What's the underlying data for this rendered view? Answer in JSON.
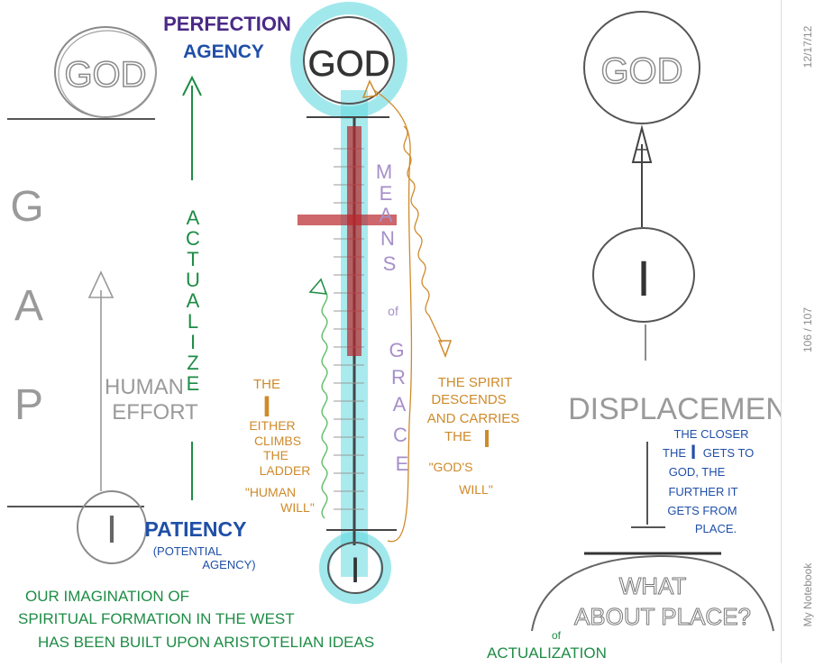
{
  "sidebar": {
    "date": "12/17/12",
    "page_counter": "106 / 107",
    "notebook_name": "My Notebook"
  },
  "sketch": {
    "left": {
      "god": "GOD",
      "gap_letters": [
        "G",
        "A",
        "P"
      ],
      "human_effort": [
        "HUMAN",
        "EFFORT"
      ],
      "i_label": "I",
      "perfection": "PERFECTION",
      "agency": "AGENCY",
      "actualize": [
        "A",
        "C",
        "T",
        "U",
        "A",
        "L",
        "I",
        "Z",
        "E"
      ],
      "patiency": "PATIENCY",
      "potential_agency": [
        "(POTENTIAL",
        "AGENCY)"
      ]
    },
    "center": {
      "god": "GOD",
      "i_label": "I",
      "means_of_grace": [
        "M",
        "E",
        "A",
        "N",
        "S",
        "of",
        "G",
        "R",
        "A",
        "C",
        "E"
      ],
      "climb_note": [
        "THE",
        "I",
        "EITHER",
        "CLIMBS",
        "THE",
        "LADDER",
        "\"HUMAN",
        "WILL\""
      ],
      "spirit_note": [
        "THE SPIRIT",
        "DESCENDS",
        "AND CARRIES",
        "THE",
        "I",
        "\"GOD'S",
        "WILL\""
      ]
    },
    "right": {
      "god": "GOD",
      "i_label": "I",
      "displacement": "DISPLACEMEN",
      "closer_note": [
        "THE CLOSER",
        "THE",
        "I",
        "GETS TO",
        "GOD, THE",
        "FURTHER IT",
        "GETS FROM",
        "PLACE."
      ],
      "what_about_place": [
        "WHAT",
        "ABOUT PLACE?"
      ]
    },
    "bottom": {
      "lines": [
        "OUR IMAGINATION OF",
        "SPIRITUAL FORMATION IN THE WEST",
        "HAS BEEN BUILT UPON ARISTOTELIAN IDEAS",
        "ACTUALIZATION"
      ],
      "of_small": "of"
    }
  },
  "colors": {
    "pencil": "#8a8a8a",
    "purple": "#4a2a86",
    "blue": "#1f4fa8",
    "green": "#1e8c45",
    "orange": "#cf8a2a",
    "red": "#b8262c",
    "cyan": "#62d8e0",
    "lavender": "#a78fc9"
  }
}
